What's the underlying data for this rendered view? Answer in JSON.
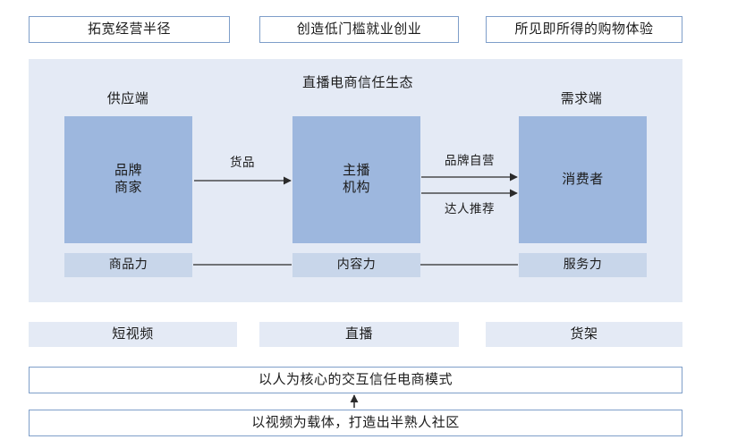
{
  "diagram": {
    "title": "直播电商信任生态",
    "colors": {
      "panel_bg": "#e4eaf5",
      "actor_fill": "#9db7de",
      "capability_fill": "#c8d6ea",
      "border_blue": "#7e9ec9",
      "line": "#2b2b2b",
      "page_bg": "#ffffff"
    },
    "top_banners": [
      {
        "label": "拓宽经营半径"
      },
      {
        "label": "创造低门槛就业创业"
      },
      {
        "label": "所见即所得的购物体验"
      }
    ],
    "panel": {
      "title": "直播电商信任生态",
      "side_labels": {
        "supply": "供应端",
        "demand": "需求端"
      },
      "actors": [
        {
          "line1": "品牌",
          "line2": "商家"
        },
        {
          "line1": "主播",
          "line2": "机构"
        },
        {
          "line1": "消费者",
          "line2": ""
        }
      ],
      "flows": [
        {
          "label": "货品"
        },
        {
          "label": "品牌自营"
        },
        {
          "label": "达人推荐"
        }
      ],
      "capabilities": [
        {
          "label": "商品力"
        },
        {
          "label": "内容力"
        },
        {
          "label": "服务力"
        }
      ]
    },
    "channels": [
      {
        "label": "短视频"
      },
      {
        "label": "直播"
      },
      {
        "label": "货架"
      }
    ],
    "summaries": [
      {
        "label": "以人为核心的交互信任电商模式"
      },
      {
        "label": "以视频为载体，打造出半熟人社区"
      }
    ]
  }
}
